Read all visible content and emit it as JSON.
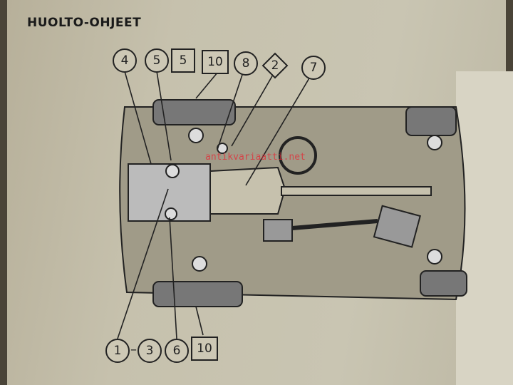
{
  "page": {
    "title": "HUOLTO-OHJEET",
    "watermark": "antikvariaatti.net"
  },
  "callouts_top": [
    "4",
    "5",
    "5",
    "10",
    "8",
    "2",
    "7"
  ],
  "callouts_bottom": [
    "1",
    "3",
    "6",
    "10"
  ],
  "colors": {
    "paper": "#c9c5b2",
    "ink": "#222222",
    "watermark": "#e0303a"
  }
}
